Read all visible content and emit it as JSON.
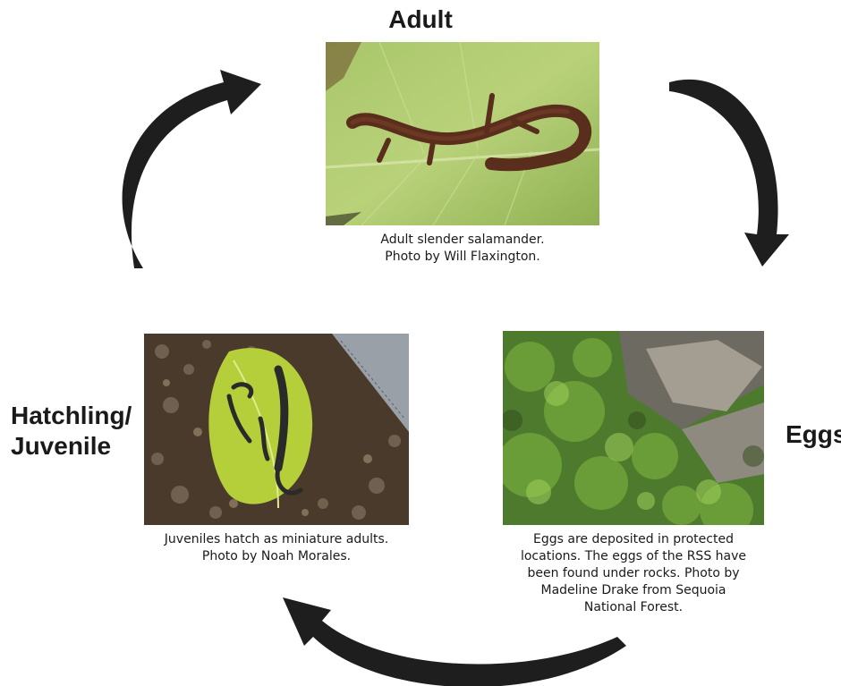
{
  "stages": {
    "adult": {
      "label": "Adult",
      "caption": [
        "Adult slender salamander.",
        "Photo by Will Flaxington."
      ]
    },
    "eggs": {
      "label": "Eggs",
      "caption": [
        "Eggs are deposited in protected",
        "locations. The eggs of the RSS have",
        "been found under rocks. Photo by",
        "Madeline Drake from Sequoia",
        "National Forest."
      ]
    },
    "hatchling": {
      "label_lines": [
        "Hatchling/",
        "Juvenile"
      ],
      "caption": [
        "Juveniles hatch as miniature adults.",
        "Photo by Noah Morales."
      ]
    }
  },
  "arrows": [
    "adult-to-eggs",
    "eggs-to-hatchling",
    "hatchling-to-adult"
  ],
  "colors": {
    "arrow": "#1e1e1e",
    "text": "#1a1a1a"
  }
}
